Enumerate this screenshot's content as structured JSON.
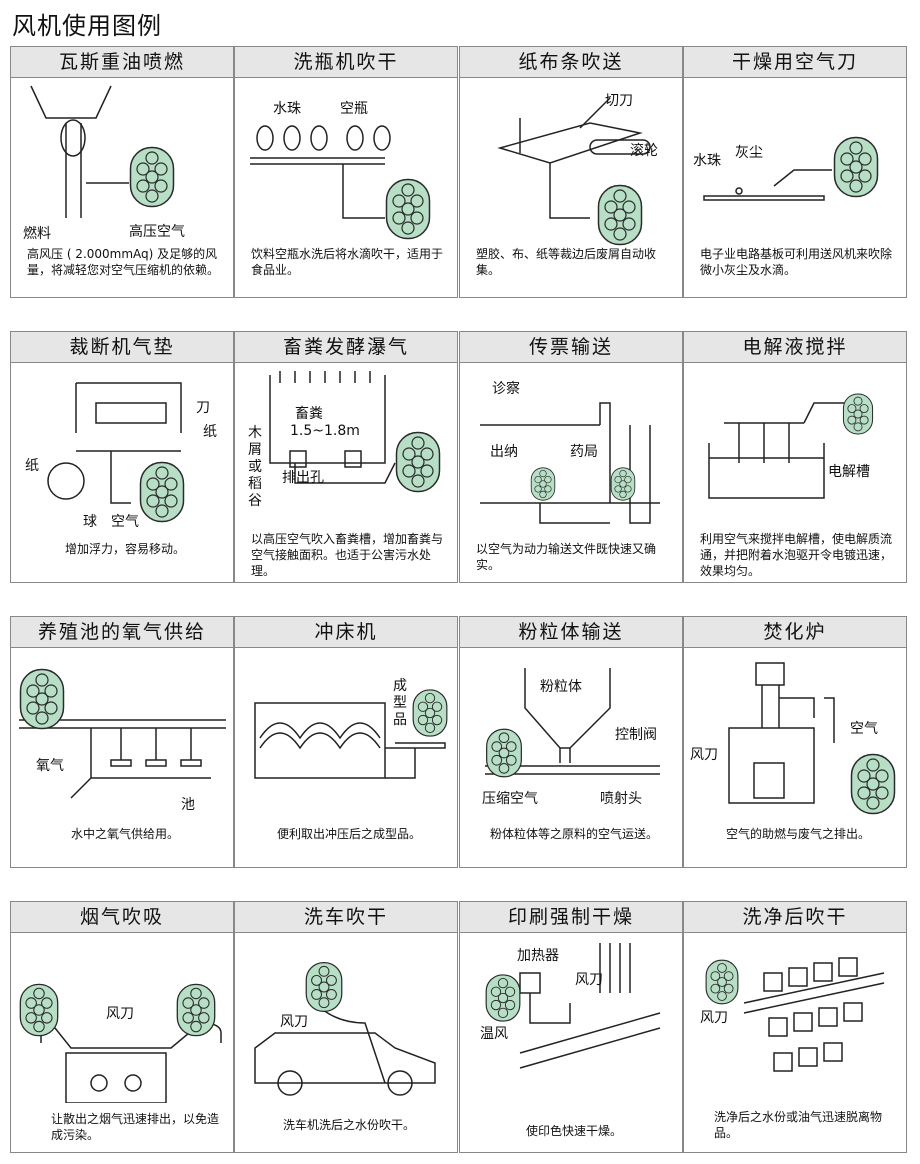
{
  "title": "风机使用图例",
  "colors": {
    "header_bg": "#e6e6e6",
    "fan_fill": "#b7dfc6",
    "fan_stroke": "#2a2a2a"
  },
  "cards": [
    {
      "title": "瓦斯重油喷燃",
      "labels": [
        "燃料",
        "高压空气"
      ],
      "caption": "高风压 ( 2.000mmAq) 及足够的风量，将减轻您对空气压缩机的依赖。"
    },
    {
      "title": "洗瓶机吹干",
      "labels": [
        "水珠",
        "空瓶"
      ],
      "caption": "饮料空瓶水洗后将水滴吹干，适用于食品业。"
    },
    {
      "title": "纸布条吹送",
      "labels": [
        "切刀",
        "滚轮"
      ],
      "caption": "塑胶、布、纸等裁边后废屑自动收集。"
    },
    {
      "title": "干燥用空气刀",
      "labels": [
        "水珠",
        "灰尘"
      ],
      "caption": "电子业电路基板可利用送风机来吹除微小灰尘及水滴。"
    },
    {
      "title": "裁断机气垫",
      "labels": [
        "刀",
        "纸",
        "纸",
        "球",
        "空气"
      ],
      "caption": "增加浮力，容易移动。"
    },
    {
      "title": "畜粪发酵瀑气",
      "labels": [
        "畜粪",
        "1.5~1.8m",
        "木屑或稻谷",
        "排出孔"
      ],
      "caption": "以高压空气吹入畜粪槽，增加畜粪与空气接触面积。也适于公害污水处理。"
    },
    {
      "title": "传票输送",
      "labels": [
        "诊察",
        "出纳",
        "药局"
      ],
      "caption": "以空气为动力输送文件既快速又确实。"
    },
    {
      "title": "电解液搅拌",
      "labels": [
        "电解槽"
      ],
      "caption": "利用空气来搅拌电解槽，使电解质流通，并把附着水泡驱开令电镀迅速，效果均匀。"
    },
    {
      "title": "养殖池的氧气供给",
      "labels": [
        "氧气",
        "池"
      ],
      "caption": "水中之氧气供给用。"
    },
    {
      "title": "冲床机",
      "labels": [
        "成型品"
      ],
      "caption": "便利取出冲压后之成型品。"
    },
    {
      "title": "粉粒体输送",
      "labels": [
        "粉粒体",
        "控制阀",
        "压缩空气",
        "喷射头"
      ],
      "caption": "粉体粒体等之原料的空气运送。"
    },
    {
      "title": "焚化炉",
      "labels": [
        "风刀",
        "空气"
      ],
      "caption": "空气的助燃与废气之排出。"
    },
    {
      "title": "烟气吹吸",
      "labels": [
        "风刀"
      ],
      "caption": "让散出之烟气迅速排出，以免造成污染。"
    },
    {
      "title": "洗车吹干",
      "labels": [
        "风刀"
      ],
      "caption": "洗车机洗后之水份吹干。"
    },
    {
      "title": "印刷强制干燥",
      "labels": [
        "加热器",
        "风刀",
        "温风"
      ],
      "caption": "使印色快速干燥。"
    },
    {
      "title": "洗净后吹干",
      "labels": [
        "风刀"
      ],
      "caption": "洗净后之水份或油气迅速脱离物品。"
    }
  ]
}
